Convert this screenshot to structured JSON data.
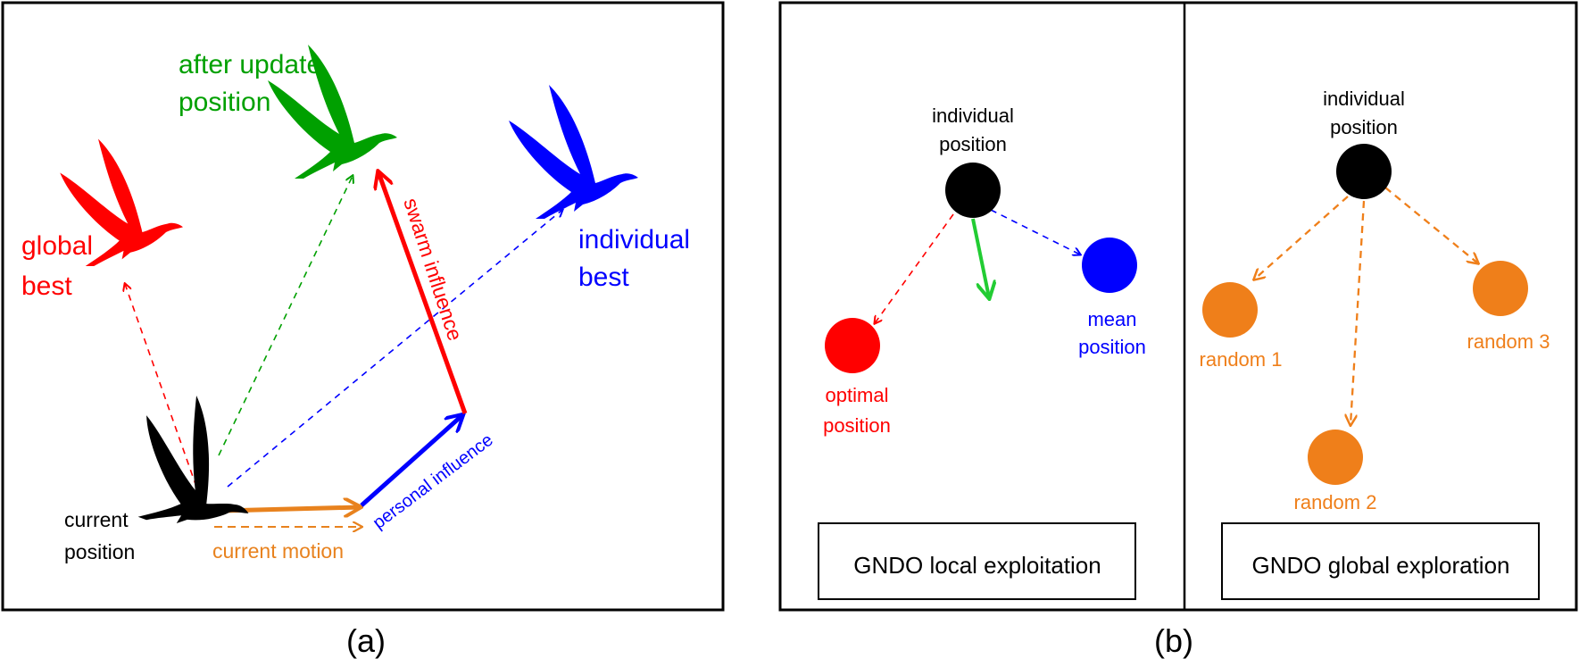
{
  "panel_a": {
    "labels": {
      "after_update": [
        "after update",
        "position"
      ],
      "global_best": [
        "global",
        "best"
      ],
      "individual_best": [
        "individual",
        "best"
      ],
      "current_position": [
        "current",
        "position"
      ],
      "current_motion": "current motion",
      "swarm_influence": "swarm influence",
      "personal_influence": "personal influence"
    },
    "caption": "(a)"
  },
  "panel_b": {
    "local": {
      "individual": [
        "individual",
        "position"
      ],
      "optimal": [
        "optimal",
        "position"
      ],
      "mean": [
        "mean",
        "position"
      ],
      "box_label": "GNDO local exploitation"
    },
    "global": {
      "individual": [
        "individual",
        "position"
      ],
      "random1": "random 1",
      "random2": "random 2",
      "random3": "random 3",
      "box_label": "GNDO global exploration"
    },
    "caption": "(b)"
  },
  "colors": {
    "red": "#ff0000",
    "green": "#00a000",
    "blue": "#0000ff",
    "orange": "#e8821e",
    "black": "#000000",
    "green_arrow": "#22cc33",
    "node_orange": "#ef7f1a"
  }
}
